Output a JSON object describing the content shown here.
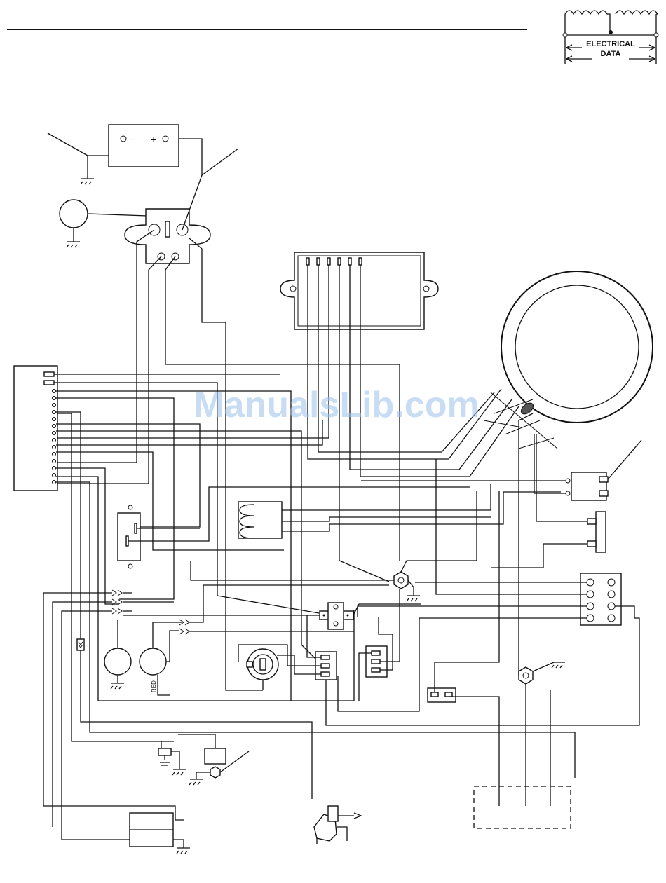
{
  "header_badge": {
    "line1": "ELECTRICAL",
    "line2": "DATA"
  },
  "labels": {
    "red_lamp": "RED",
    "battery_negative": "−",
    "battery_positive": "+"
  },
  "watermark": "ManualsLib.com"
}
